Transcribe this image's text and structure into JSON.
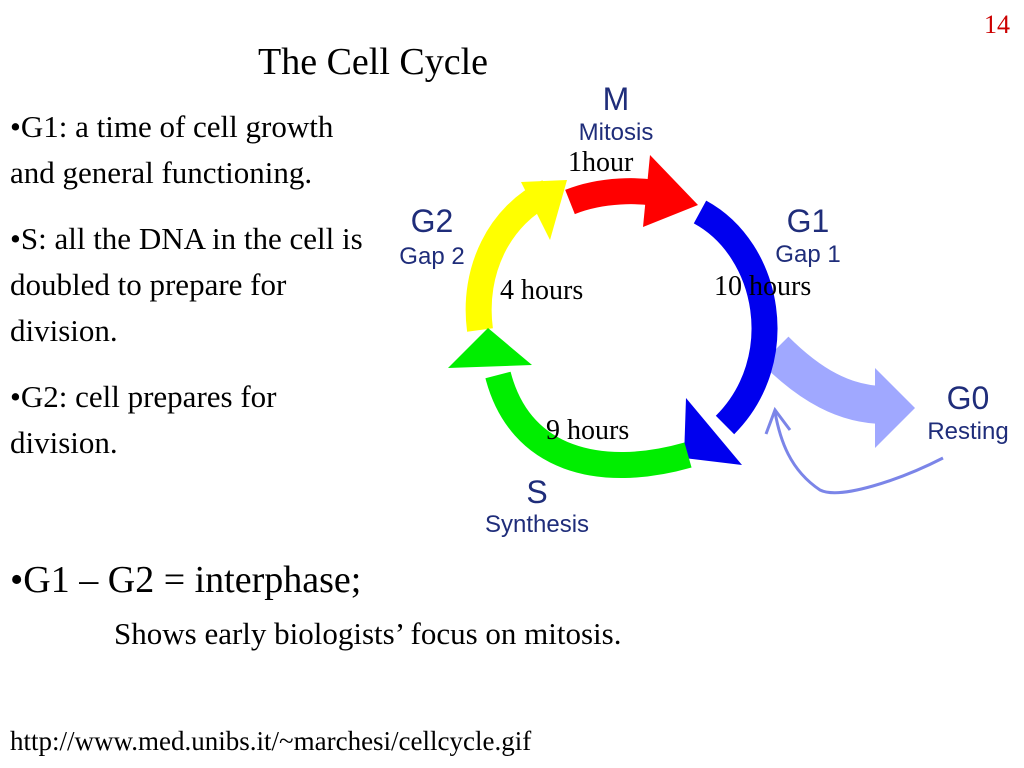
{
  "slide_number": "14",
  "title": "The Cell Cycle",
  "bullets": [
    "•G1: a time of cell growth and general functioning.",
    "•S: all the DNA in the cell is doubled to prepare for division.",
    "•G2: cell prepares for division."
  ],
  "interphase": "•G1 – G2 =  interphase;",
  "note": "Shows early biologists’ focus on mitosis.",
  "source": "http://www.med.unibs.it/~marchesi/cellcycle.gif",
  "diagram": {
    "phases": {
      "M": {
        "letter": "M",
        "name": "Mitosis",
        "duration": "1hour",
        "color": "#ff0000"
      },
      "G1": {
        "letter": "G1",
        "name": "Gap 1",
        "duration": "10 hours",
        "color": "#0000ee"
      },
      "S": {
        "letter": "S",
        "name": "Synthesis",
        "duration": "9 hours",
        "color": "#00ee00"
      },
      "G2": {
        "letter": "G2",
        "name": "Gap 2",
        "duration": "4 hours",
        "color": "#ffff00"
      },
      "G0": {
        "letter": "G0",
        "name": "Resting",
        "color": "#a0a8ff"
      }
    },
    "label_color": "#1f2d7a",
    "return_arrow_color": "#7b85e8"
  }
}
